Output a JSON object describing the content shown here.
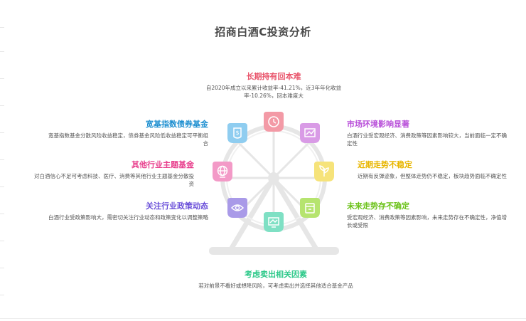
{
  "title": "招商白酒C投资分析",
  "nodes": {
    "top": {
      "heading": "长期持有回本难",
      "desc": "自2020年成立以来累计收益率-41.21%，近3年年化收益率-10.26%，回本难度大",
      "color": "#e9546b"
    },
    "right1": {
      "heading": "市场环境影响显著",
      "desc": "白酒行业受宏观经济、消费政策等因素影响较大，当前面临一定不确定性",
      "color": "#b84fd9"
    },
    "right2": {
      "heading": "近期走势不稳定",
      "desc": "近期有反弹迹象，但整体走势仍不稳定，板块趋势面临不确定性",
      "color": "#e8b600"
    },
    "right3": {
      "heading": "未来走势存不确定",
      "desc": "受宏观经济、消费政策等因素影响，未来走势存在不确定性，净值增长或受限",
      "color": "#6cc21a"
    },
    "bottom": {
      "heading": "考虑卖出相关因素",
      "desc": "若对前景不看好或想降风险，可考虑卖出并选择其他适合基金产品",
      "color": "#2ec98a"
    },
    "left3": {
      "heading": "关注行业政策动态",
      "desc": "白酒行业受政策影响大，需密切关注行业动态和政策变化以调整策略",
      "color": "#6a4fd9"
    },
    "left2": {
      "heading": "其他行业主题基金",
      "desc": "对白酒信心不足可考虑科技、医疗、消费等其他行业主题基金分散投资",
      "color": "#e83e8c"
    },
    "left1": {
      "heading": "宽基指数债券基金",
      "desc": "宽基指数基金分散风险收益稳定，债券基金风险低收益稳定可平衡组合",
      "color": "#1e8fd0"
    }
  },
  "cabins": [
    {
      "name": "clock-icon",
      "color": "#f39aa6"
    },
    {
      "name": "chart-icon",
      "color": "#d99be6"
    },
    {
      "name": "growth-icon",
      "color": "#f6e37a"
    },
    {
      "name": "calendar-icon",
      "color": "#b6e46f"
    },
    {
      "name": "trend-icon",
      "color": "#7fe0c4"
    },
    {
      "name": "eye-icon",
      "color": "#a99ae8"
    },
    {
      "name": "world-icon",
      "color": "#f39ac7"
    },
    {
      "name": "coin-icon",
      "color": "#8fcdf0"
    }
  ]
}
